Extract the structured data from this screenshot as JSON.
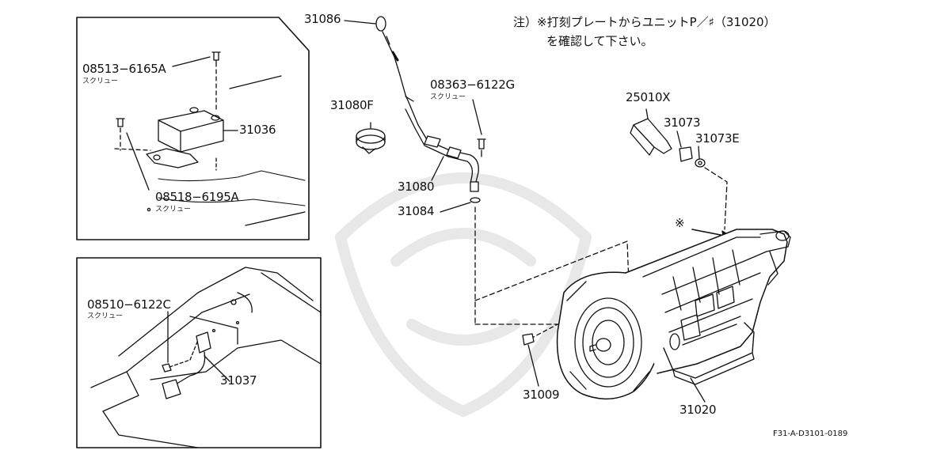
{
  "note": {
    "line1": "注）※打刻プレートからユニットP／♯（31020）",
    "line2": "を確認して下さい。"
  },
  "figure_code": "F31-A-D3101-0189",
  "callouts": [
    {
      "id": "31086",
      "label": "31086"
    },
    {
      "id": "08513-6165A",
      "label": "08513−6165A",
      "sub": "スクリュー"
    },
    {
      "id": "31036",
      "label": "31036"
    },
    {
      "id": "08518-6195A",
      "label": "08518−6195A",
      "sub": "スクリュー"
    },
    {
      "id": "08510-6122C",
      "label": "08510−6122C",
      "sub": "スクリュー"
    },
    {
      "id": "31037",
      "label": "31037"
    },
    {
      "id": "31080F",
      "label": "31080F"
    },
    {
      "id": "08363-6122G",
      "label": "08363−6122G",
      "sub": "スクリュー"
    },
    {
      "id": "31080",
      "label": "31080"
    },
    {
      "id": "31084",
      "label": "31084"
    },
    {
      "id": "25010X",
      "label": "25010X"
    },
    {
      "id": "31073",
      "label": "31073"
    },
    {
      "id": "31073E",
      "label": "31073E"
    },
    {
      "id": "31009",
      "label": "31009"
    },
    {
      "id": "31020",
      "label": "31020"
    }
  ],
  "mark": "※",
  "ink_color": "#111111"
}
